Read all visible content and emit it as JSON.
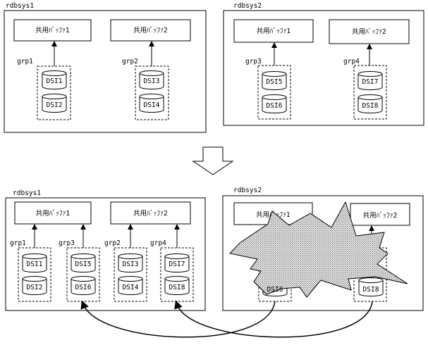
{
  "top": {
    "sys1": {
      "label": "rdbsys1",
      "buffers": [
        "共用ﾊﾞｯﾌｧ1",
        "共用ﾊﾞｯﾌｧ2"
      ],
      "groups": [
        {
          "label": "grp1",
          "dsis": [
            "DSI1",
            "DSI2"
          ]
        },
        {
          "label": "grp2",
          "dsis": [
            "DSI3",
            "DSI4"
          ]
        }
      ]
    },
    "sys2": {
      "label": "rdbsys2",
      "buffers": [
        "共用ﾊﾞｯﾌｧ1",
        "共用ﾊﾞｯﾌｧ2"
      ],
      "groups": [
        {
          "label": "grp3",
          "dsis": [
            "DSI5",
            "DSI6"
          ]
        },
        {
          "label": "grp4",
          "dsis": [
            "DSI7",
            "DSI8"
          ]
        }
      ]
    }
  },
  "bottom": {
    "sys1": {
      "label": "rdbsys1",
      "buffers": [
        "共用ﾊﾞｯﾌｧ1",
        "共用ﾊﾞｯﾌｧ2"
      ],
      "groups": [
        {
          "label": "grp1",
          "dsis": [
            "DSI1",
            "DSI2"
          ]
        },
        {
          "label": "grp3",
          "dsis": [
            "DSI5",
            "DSI6"
          ]
        },
        {
          "label": "grp2",
          "dsis": [
            "DSI3",
            "DSI4"
          ]
        },
        {
          "label": "grp4",
          "dsis": [
            "DSI7",
            "DSI8"
          ]
        }
      ]
    },
    "sys2": {
      "label": "rdbsys2",
      "buffers": [
        "共用ﾊﾞｯﾌｧ1",
        "共用ﾊﾞｯﾌｧ2"
      ],
      "visible_dsis": [
        "DSI6",
        "DSI8"
      ]
    }
  },
  "colors": {
    "line": "#000000",
    "background": "#ffffff",
    "failure_fill": "#9a9a9a"
  },
  "icons": [
    "down-arrow-icon",
    "failure-burst-icon",
    "database-cylinder-icon"
  ]
}
